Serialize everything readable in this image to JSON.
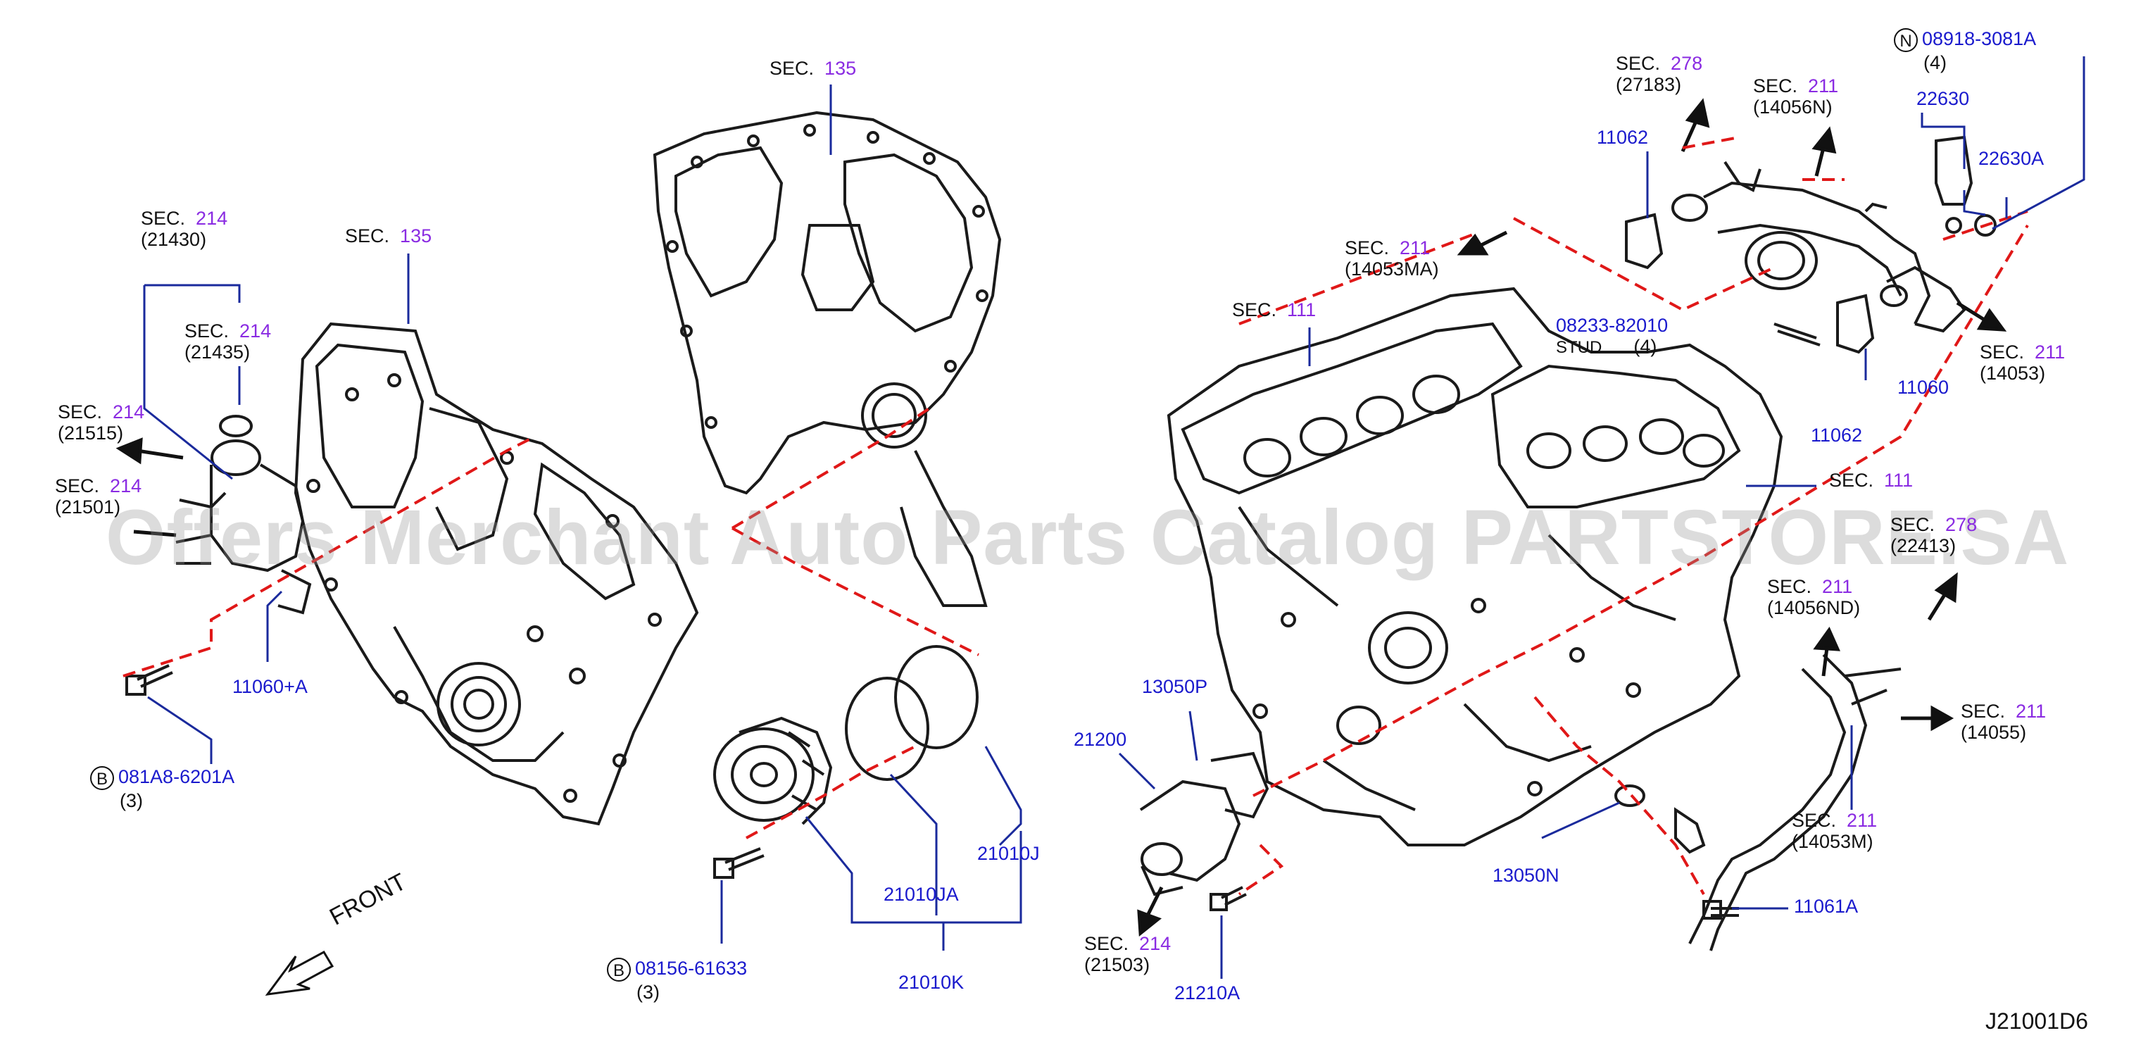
{
  "watermark": "Offers Merchant Auto Parts Catalog PARTSTORE.SA",
  "front_label": "FRONT",
  "diagram_code": "J21001D6",
  "sec_word": "SEC.",
  "labels": {
    "sec214_21430": {
      "sec": "214",
      "ref": "(21430)"
    },
    "sec214_21435": {
      "sec": "214",
      "ref": "(21435)"
    },
    "sec214_21515": {
      "sec": "214",
      "ref": "(21515)"
    },
    "sec214_21501": {
      "sec": "214",
      "ref": "(21501)"
    },
    "sec135_left": {
      "sec": "135"
    },
    "sec135_top": {
      "sec": "135"
    },
    "sec111_top": {
      "sec": "111"
    },
    "sec111_right": {
      "sec": "111"
    },
    "sec211_14053MA": {
      "sec": "211",
      "ref": "(14053MA)"
    },
    "sec278_27183": {
      "sec": "278",
      "ref": "(27183)"
    },
    "sec211_14056N": {
      "sec": "211",
      "ref": "(14056N)"
    },
    "sec211_14053": {
      "sec": "211",
      "ref": "(14053)"
    },
    "sec278_22413": {
      "sec": "278",
      "ref": "(22413)"
    },
    "sec211_14056ND": {
      "sec": "211",
      "ref": "(14056ND)"
    },
    "sec211_14055": {
      "sec": "211",
      "ref": "(14055)"
    },
    "sec211_14053M": {
      "sec": "211",
      "ref": "(14053M)"
    },
    "sec214_21503": {
      "sec": "214",
      "ref": "(21503)"
    }
  },
  "parts": {
    "p11060A": "11060+A",
    "p081A8": "081A8-6201A",
    "p081A8_qty": "(3)",
    "p08156": "08156-61633",
    "p08156_qty": "(3)",
    "p21010JA": "21010JA",
    "p21010J": "21010J",
    "p21010K": "21010K",
    "p13050P": "13050P",
    "p21200": "21200",
    "p21210A": "21210A",
    "p13050N": "13050N",
    "p11061A": "11061A",
    "p11062_top": "11062",
    "p11062_bot": "11062",
    "p11060": "11060",
    "p08233": "08233-82010",
    "p08233_stud": "STUD",
    "p08233_qty": "(4)",
    "p08918": "08918-3081A",
    "p08918_qty": "(4)",
    "p22630": "22630",
    "p22630A": "22630A"
  },
  "symbols": {
    "bolt_B": "B",
    "nut_N": "N"
  },
  "colors": {
    "part_number": "#1a1acd",
    "section_number": "#8a2be2",
    "leader": "#1a2a9c",
    "phantom": "#e01818",
    "drawing": "#1a1a1a"
  }
}
